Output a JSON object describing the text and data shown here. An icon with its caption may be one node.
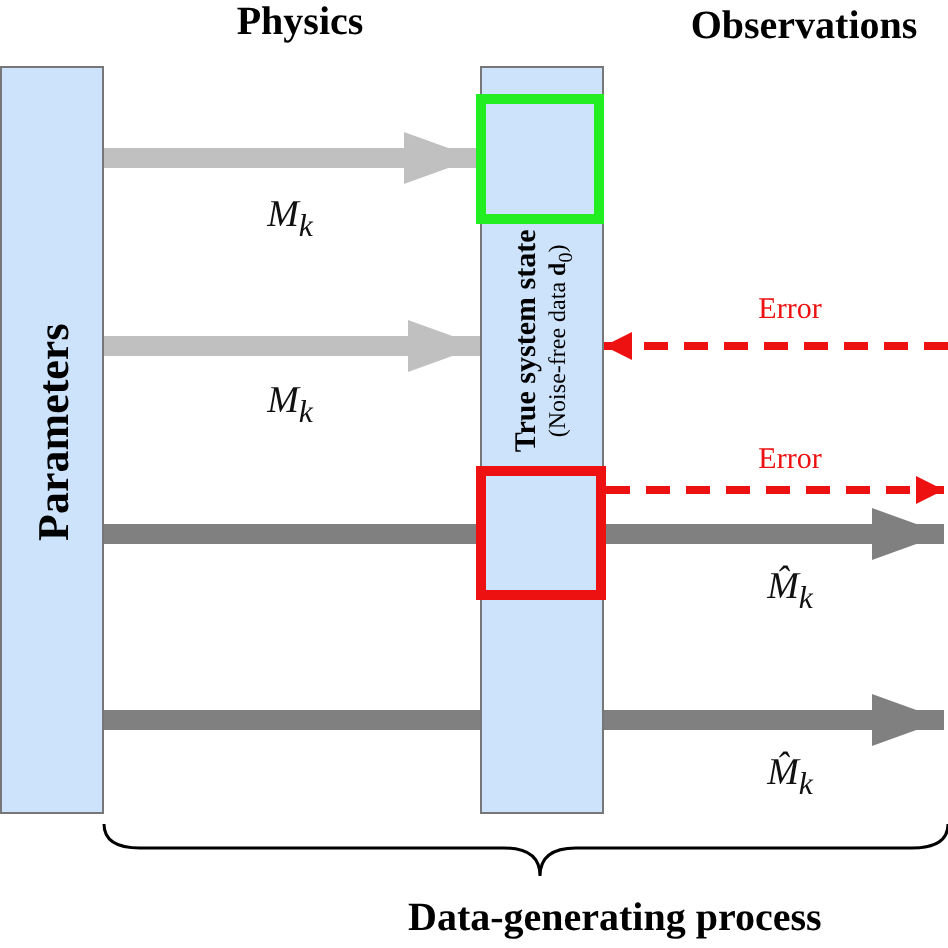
{
  "diagram": {
    "nodes": [
      {
        "text": [
          "Parameters"
        ]
      },
      {
        "text": [
          "True system state",
          "(Noise-free data **d**$_{0}$)"
        ]
      },
      {
        "text": [],
        "shape": "box",
        "in": 1
      },
      {
        "text": [],
        "shape": "box",
        "in": 1
      }
    ],
    "edges": [
      {
        "from": 0,
        "to": 2,
        "arrow": "to",
        "label": "M$_{k}$",
        "color": "#c0c0c0"
      },
      {
        "from": 0,
        "to": 1,
        "arrow": "to",
        "label": "M$_{k}$",
        "color": "#c0c0c0"
      },
      {
        "from": null,
        "to": 1,
        "arrow": "to",
        "label": "Error",
        "style": "dashed",
        "color": "#ee1111"
      },
      {
        "from": 3,
        "to": null,
        "arrow": "to",
        "label": "Error",
        "style": "dashed",
        "color": "#ee1111"
      },
      {
        "from": 0,
        "to": 1,
        "arrow": "none"
      },
      {
        "from": 1,
        "to": null,
        "arrow": "to",
        "label": "M̂$_{k}$"
      },
      {
        "from": 0,
        "to": 1,
        "arrow": "none"
      },
      {
        "from": 1,
        "to": null,
        "arrow": "to",
        "label": "M̂$_{k}$"
      }
    ],
    "labels": [
      "Physics",
      "Observations",
      "Data-generating process"
    ]
  }
}
